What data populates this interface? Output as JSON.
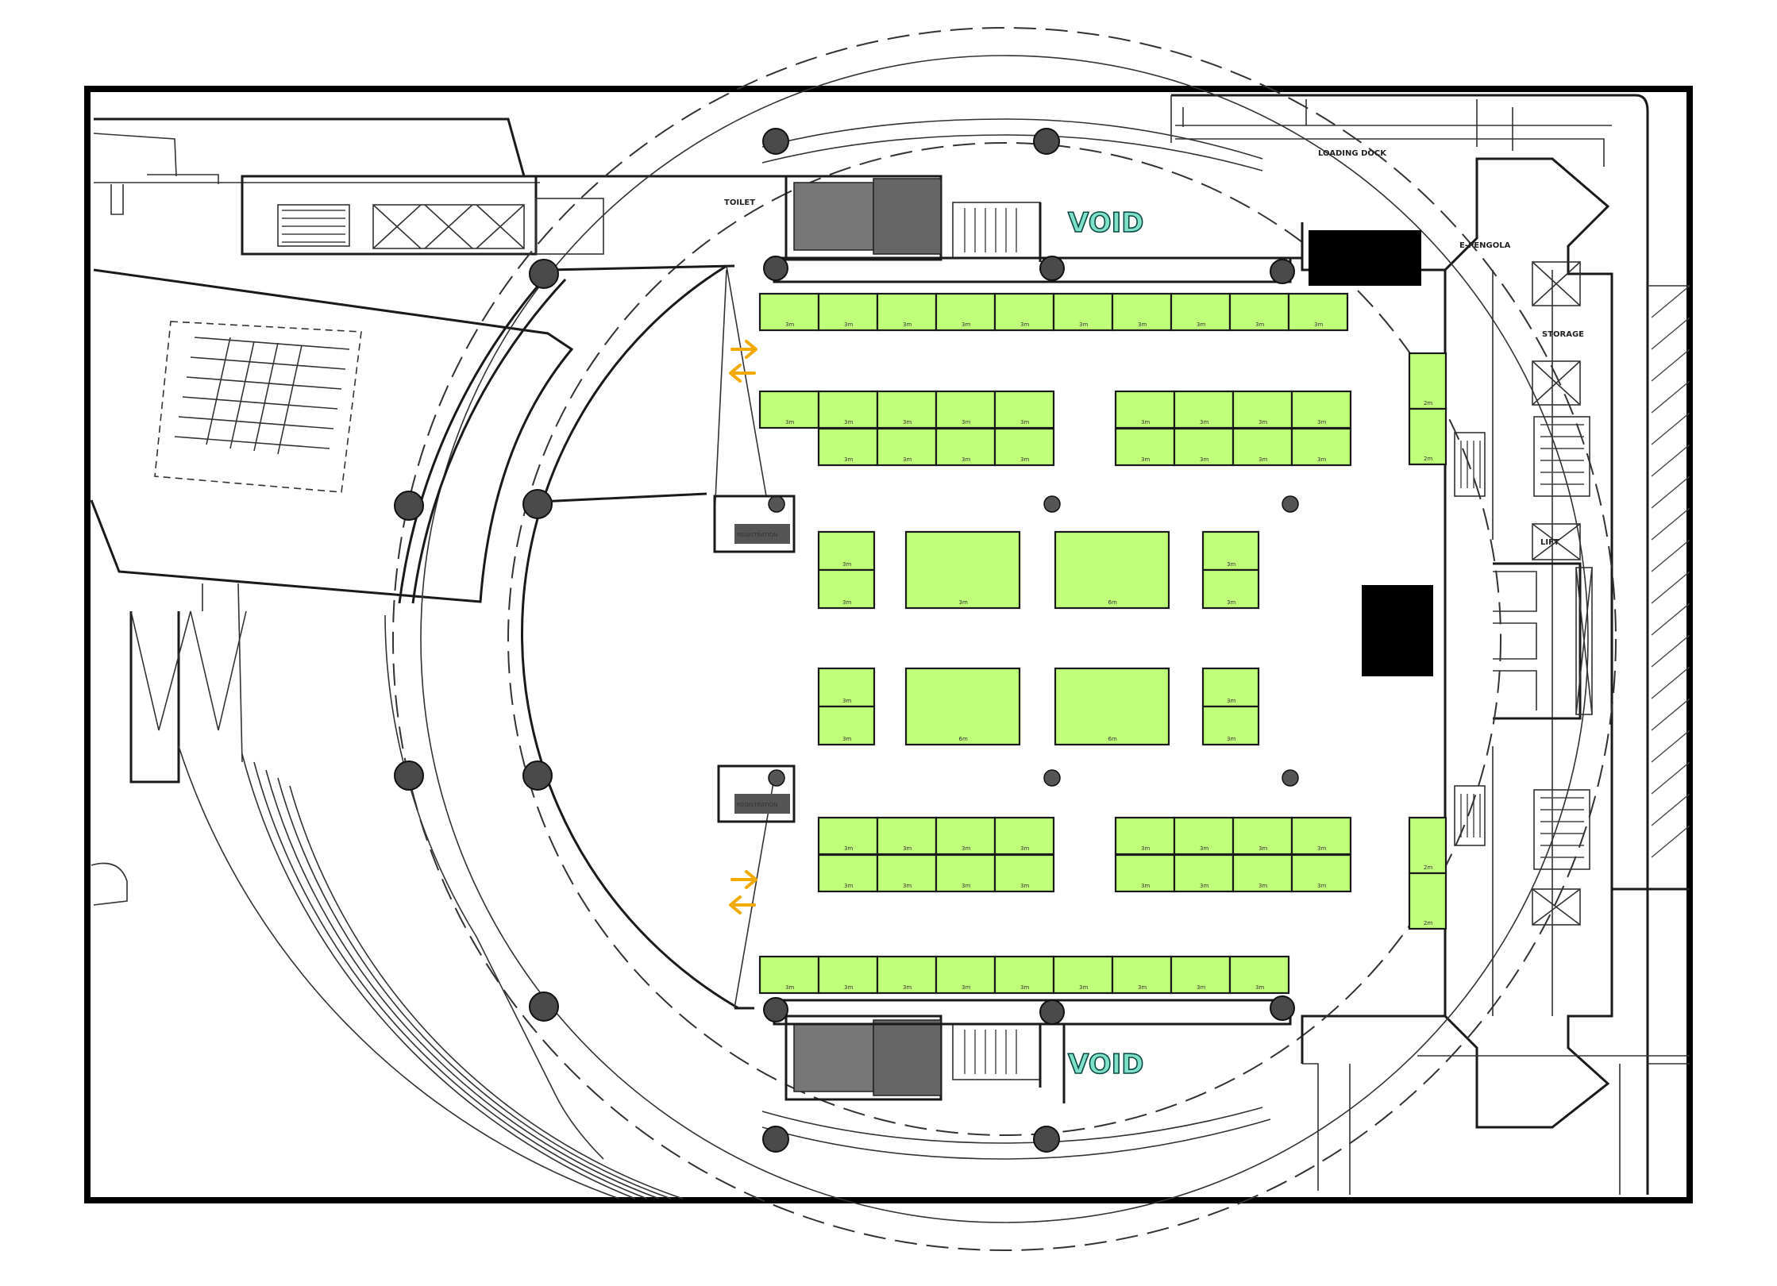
{
  "labels": {
    "loading_dock": "LOADING DOCK",
    "toilet": "TOILET",
    "storage": "STORAGE",
    "pengola": "E-PENGOLA",
    "lift": "LIFT",
    "void_top": "VOID",
    "void_bottom": "VOID",
    "registration_top": "REGISTRATION",
    "registration_bottom": "REGISTRATION"
  },
  "booth_size_labels": {
    "small": "3m",
    "large": "6m",
    "side": "2m"
  },
  "colors": {
    "booth_fill": "#bfff7a",
    "arrow": "#f2a900",
    "void_text": "#7fe0c8"
  }
}
